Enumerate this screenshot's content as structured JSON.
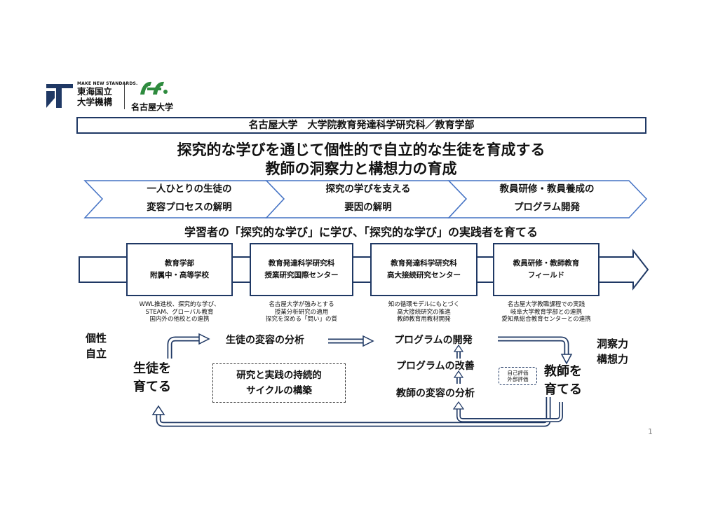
{
  "logos": {
    "tokai": {
      "tagline": "MAKE NEW STANDARDS.",
      "line1": "東海国立",
      "line2": "大学機構"
    },
    "nagoya": {
      "name": "名古屋大学"
    }
  },
  "header": "名古屋大学　大学院教育発達科学研究科／教育学部",
  "title": {
    "line1": "探究的な学びを通じて個性的で自立的な生徒を育成する",
    "line2": "教師の洞察力と構想力の育成"
  },
  "chevrons": [
    {
      "line1": "一人ひとりの生徒の",
      "line2": "変容プロセスの解明"
    },
    {
      "line1": "探究の学びを支える",
      "line2": "要因の解明"
    },
    {
      "line1": "教員研修・教員養成の",
      "line2": "プログラム開発"
    }
  ],
  "subtitle": "学習者の「探究的な学び」に学び、「探究的な学び」の実践者を育てる",
  "institutions": [
    {
      "line1": "教育学部",
      "line2": "附属中・高等学校",
      "desc": [
        "WWL推進校、探究的な学び、",
        "STEAM、グローバル教育",
        "国内外の他校との連携"
      ]
    },
    {
      "line1": "教育発達科学研究科",
      "line2": "授業研究国際センター",
      "desc": [
        "名古屋大学が強みとする",
        "授業分析研究の適用",
        "探究を深める「問い」の質"
      ]
    },
    {
      "line1": "教育発達科学研究科",
      "line2": "高大接続研究センター",
      "desc": [
        "知の循環モデルにもとづく",
        "高大接続研究の推進",
        "教師教育用教材開発"
      ]
    },
    {
      "line1": "教員研修・教師教育",
      "line2": "フィールド",
      "desc": [
        "名古屋大学教職課程での実践",
        "岐阜大学教育学部との連携",
        "愛知県総合教育センターとの連携"
      ]
    }
  ],
  "cycle": {
    "left_side": [
      "個性",
      "自立"
    ],
    "students": [
      "生徒を",
      "育てる"
    ],
    "student_analysis": "生徒の変容の分析",
    "program_dev": "プログラムの開発",
    "program_improve": "プログラムの改善",
    "teacher_analysis": "教師の変容の分析",
    "teachers": [
      "教師を",
      "育てる"
    ],
    "right_side": [
      "洞察力",
      "構想力"
    ],
    "center_box": [
      "研究と実践の持続的",
      "サイクルの構築"
    ],
    "evaluation": [
      "自己評価",
      "外部評価"
    ]
  },
  "page_number": "1",
  "colors": {
    "accent": "#1f3864",
    "logo_green": "#2e8b3e"
  }
}
